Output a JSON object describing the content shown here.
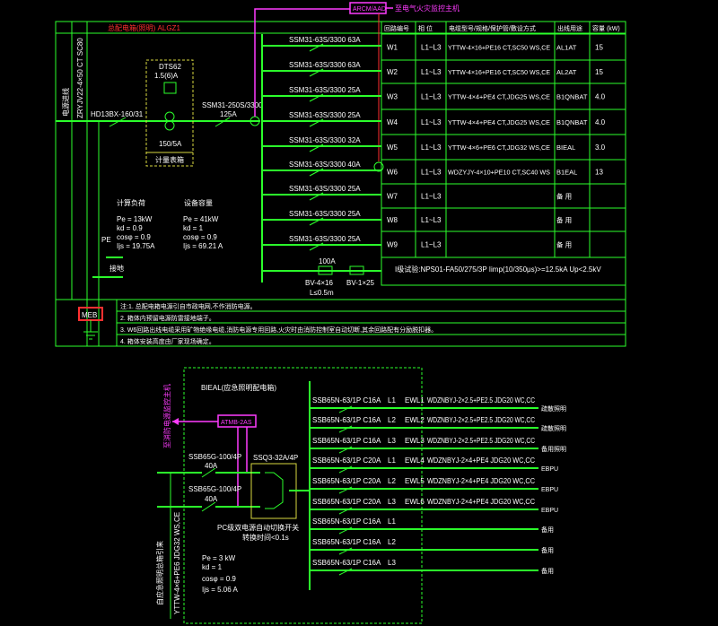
{
  "top_panel": {
    "title_red": "总配电箱(照明) ALGZ1",
    "incoming_label": "电源进线",
    "incoming_cable": "ZRYJV22-4×50 CT SC80",
    "main_switch": "HD13BX-160/31",
    "meter": {
      "model": "DTS62",
      "rating": "1.5(6)A",
      "ct": "150/5A",
      "label": "计量表箱"
    },
    "main_breaker": {
      "model": "SSM31-250S/3300",
      "rating": "125A"
    },
    "monitor_box": "ARCM/AAD",
    "monitor_target": "至电气火灾监控主机",
    "branches": [
      "SSM31-63S/3300 63A",
      "SSM31-63S/3300 63A",
      "SSM31-63S/3300 25A",
      "SSM31-63S/3300 25A",
      "SSM31-63S/3300 32A",
      "SSM31-63S/3300 40A",
      "SSM31-63S/3300 25A",
      "SSM31-63S/3300 25A",
      "SSM31-63S/3300 25A"
    ],
    "spd": {
      "rating": "100A",
      "cable1": "BV-4×16",
      "cable2": "BV-1×25",
      "length": "L≤0.5m"
    },
    "load_calc_1": {
      "title": "计算负荷",
      "pe": "Pe = 13kW",
      "kd": "kd = 0.9",
      "cos": "cosφ = 0.9",
      "ij": "Ijs = 19.75A"
    },
    "load_calc_2": {
      "title": "设备容量",
      "pe": "Pe = 41kW",
      "kd": "kd = 1",
      "cos": "cosφ = 0.9",
      "ij": "Ijs = 69.21 A"
    },
    "pe_label": "PE",
    "ground_label": "接地",
    "meb": "MEB",
    "table": {
      "headers": [
        "回路编号",
        "相 位",
        "电缆型号/规格/保护管/敷设方式",
        "出线用途",
        "容量 (kW)"
      ],
      "rows": [
        [
          "W1",
          "L1~L3",
          "YTTW-4×16+PE16 CT,SC50 WS,CE",
          "AL1AT",
          "15"
        ],
        [
          "W2",
          "L1~L3",
          "YTTW-4×16+PE16 CT,SC50 WS,CE",
          "AL2AT",
          "15"
        ],
        [
          "W3",
          "L1~L3",
          "YTTW-4×4+PE4 CT,JDG25 WS,CE",
          "B1QNBAT",
          "4.0"
        ],
        [
          "W4",
          "L1~L3",
          "YTTW-4×4+PE4 CT,JDG25 WS,CE",
          "B1QNBAT",
          "4.0"
        ],
        [
          "W5",
          "L1~L3",
          "YTTW-4×6+PE6 CT,JDG32 WS,CE",
          "BIEAL",
          "3.0"
        ],
        [
          "W6",
          "L1~L3",
          "WDZYJY-4×10+PE10 CT,SC40 WS",
          "B1EAL",
          "13"
        ],
        [
          "W7",
          "L1~L3",
          "",
          "备 用",
          ""
        ],
        [
          "W8",
          "L1~L3",
          "",
          "备 用",
          ""
        ],
        [
          "W9",
          "L1~L3",
          "",
          "备 用",
          ""
        ]
      ],
      "spd_note": "I级试验:NPS01-FA50/275/3P Iimp(10/350μs)>=12.5kA Up<2.5kV"
    },
    "notes": [
      "注:1. 总配电箱电源引自市政电网,不作消防电源。",
      "2. 箱体内预留电源防雷接地端子。",
      "3. W6回路出线电缆采用矿物绝缘电缆,消防电源专用回路,火灾时由消防控制室自动切断,其余回路配有分励脱扣器。",
      "4. 箱体安装高度由厂家现场确定。"
    ]
  },
  "bottom_panel": {
    "title": "BIEAL(应急照明配电箱)",
    "monitor_box": "ATMB-2AS",
    "monitor_target": "至消防电源监控主机",
    "incoming_label": "自应急照明总箱引来",
    "incoming_cable": "YTTW-4×6+PE6 JDG32 WS,CE",
    "in_breakers": [
      {
        "model": "SSB65G-100/4P",
        "rating": "40A"
      },
      {
        "model": "SSB65G-100/4P",
        "rating": "40A"
      }
    ],
    "ats": {
      "model": "SSQ3-32A/4P",
      "note1": "PC级双电源自动切换开关",
      "note2": "转换时间<0.1s"
    },
    "load": {
      "pe": "Pe = 3 kW",
      "kd": "kd = 1",
      "cos": "cosφ = 0.9",
      "ij": "Ijs = 5.06 A"
    },
    "circuits": [
      {
        "breaker": "SSB65N-63/1P C16A",
        "phase": "L1",
        "id": "EWL1",
        "cable": "WDZNBYJ-2×2.5+PE2.5 JDG20 WC,CC",
        "use": "疏散照明"
      },
      {
        "breaker": "SSB65N-63/1P C16A",
        "phase": "L2",
        "id": "EWL2",
        "cable": "WDZNBYJ-2×2.5+PE2.5 JDG20 WC,CC",
        "use": "疏散照明"
      },
      {
        "breaker": "SSB65N-63/1P C16A",
        "phase": "L3",
        "id": "EWL3",
        "cable": "WDZNBYJ-2×2.5+PE2.5 JDG20 WC,CC",
        "use": "备用照明"
      },
      {
        "breaker": "SSB65N-63/1P C20A",
        "phase": "L1",
        "id": "EWL4",
        "cable": "WDZNBYJ-2×4+PE4 JDG20 WC,CC",
        "use": "EBPU"
      },
      {
        "breaker": "SSB65N-63/1P C20A",
        "phase": "L2",
        "id": "EWL5",
        "cable": "WDZNBYJ-2×4+PE4 JDG20 WC,CC",
        "use": "EBPU"
      },
      {
        "breaker": "SSB65N-63/1P C20A",
        "phase": "L3",
        "id": "EWL6",
        "cable": "WDZNBYJ-2×4+PE4 JDG20 WC,CC",
        "use": "EBPU"
      },
      {
        "breaker": "SSB65N-63/1P C16A",
        "phase": "L1",
        "id": "",
        "cable": "",
        "use": "备用"
      },
      {
        "breaker": "SSB65N-63/1P C16A",
        "phase": "L2",
        "id": "",
        "cable": "",
        "use": "备用"
      },
      {
        "breaker": "SSB65N-63/1P C16A",
        "phase": "L3",
        "id": "",
        "cable": "",
        "use": "备用"
      }
    ]
  }
}
